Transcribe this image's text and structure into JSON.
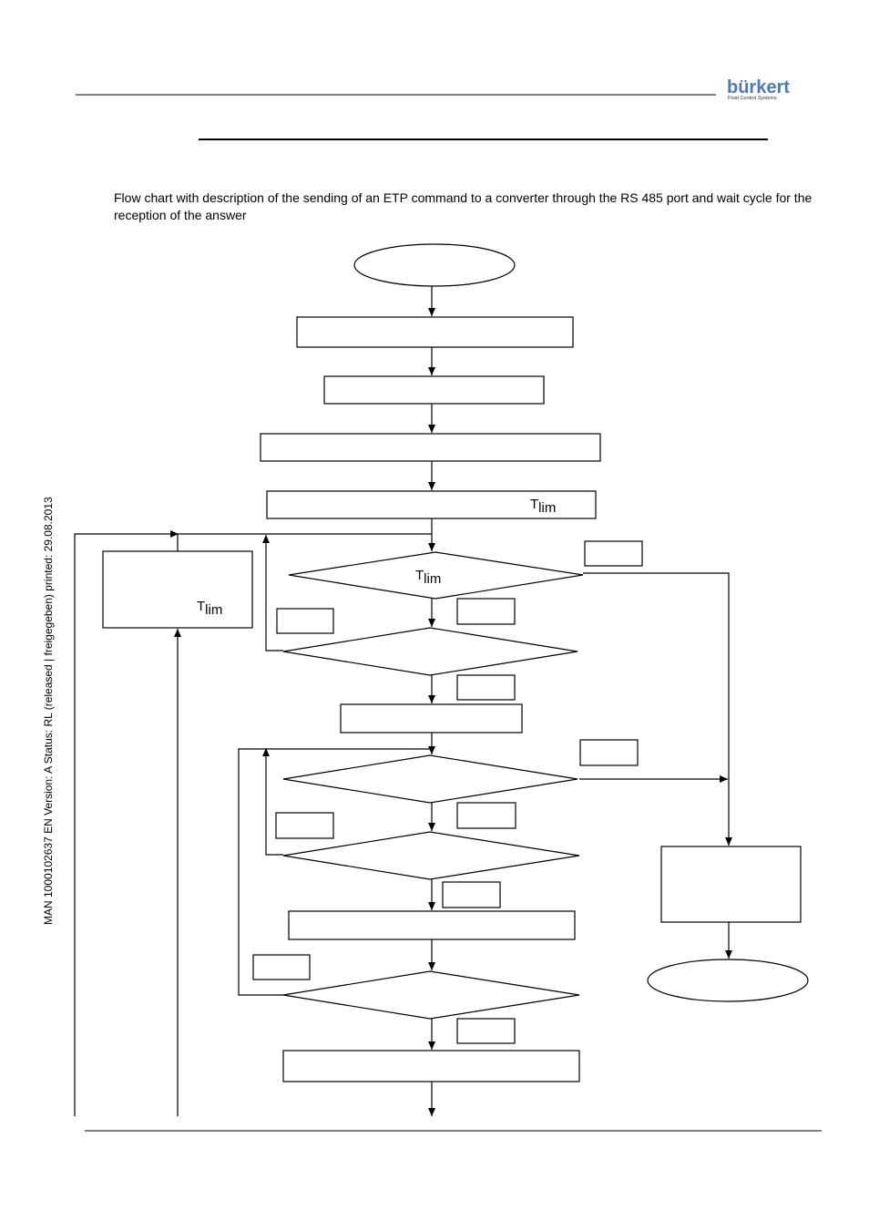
{
  "header": {
    "logo_word": "bürkert",
    "logo_subtitle": "Fluid Control Systems"
  },
  "intro_text": "Flow chart with description of the sending  of an ETP command to a converter through the RS 485 port and wait cycle for the reception of the answer",
  "side_text": "MAN  1000102637  EN  Version: A  Status: RL (released | freigegeben)  printed: 29.08.2013",
  "tlim_base": "T",
  "tlim_sub": "lim"
}
